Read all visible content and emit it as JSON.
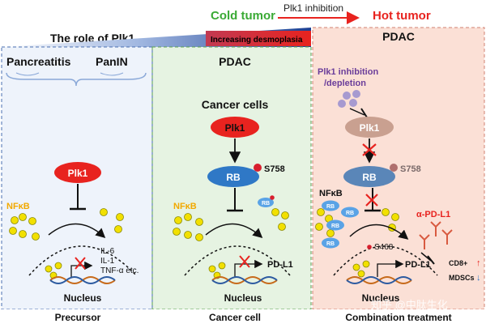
{
  "header": {
    "cold_label": "Cold tumor",
    "arrow_label": "Plk1 inhibition",
    "hot_label": "Hot tumor",
    "role_title": "The role of Plk1",
    "desmo_label": "Increasing desmoplasia",
    "colors": {
      "cold": "#3aaa35",
      "hot": "#e8231f",
      "desmo_bar": "#e8231f"
    }
  },
  "panel_left": {
    "stage1": "Pancreatitis",
    "stage2": "PanIN",
    "plk1": "Plk1",
    "nfkb": "NFκB",
    "genes": [
      "IL-6",
      "IL-1",
      "TNF-α etc."
    ],
    "nucleus": "Nucleus",
    "footer": "Precursor",
    "bg_color": "#eef3fb"
  },
  "panel_middle": {
    "title": "PDAC",
    "subtitle": "Cancer cells",
    "plk1": "Plk1",
    "rb": "RB",
    "phospho": "S758",
    "rb_small": "RB",
    "nfkb": "NFκB",
    "pdl1": "PD-L1",
    "nucleus": "Nucleus",
    "footer": "Cancer cell",
    "bg_color": "#e6f3e2"
  },
  "panel_right": {
    "title": "PDAC",
    "inhibition": "Plk1 inhibition",
    "depletion": "/depletion",
    "plk1": "Plk1",
    "rb": "RB",
    "phospho": "S758",
    "nfkb": "NFκB",
    "rb_labels": [
      "RB",
      "RB",
      "RB",
      "RB"
    ],
    "antibody": "α-PD-L1",
    "site": "S468",
    "pdl1": "PD-L1",
    "cd8": "CD8+",
    "mdsc": "MDSCs",
    "nucleus": "Nucleus",
    "footer": "Combination treatment",
    "watermark": "知乎 @中肽生化",
    "bg_color": "#fbe0d6"
  }
}
